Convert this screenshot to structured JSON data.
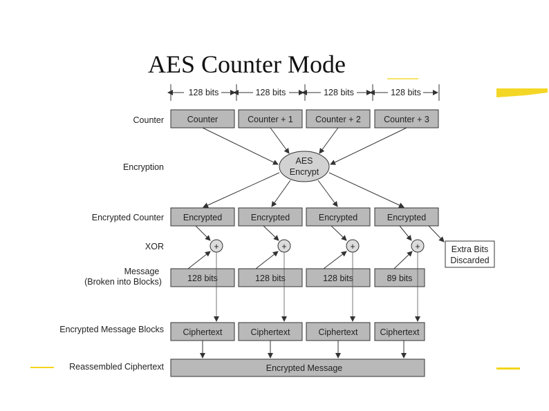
{
  "title": "AES Counter Mode",
  "bits_labels": [
    "128 bits",
    "128 bits",
    "128 bits",
    "128 bits"
  ],
  "row_labels": {
    "counter": "Counter",
    "encryption": "Encryption",
    "encrypted_counter": "Encrypted Counter",
    "xor": "XOR",
    "message_line1": "Message",
    "message_line2": "(Broken into Blocks)",
    "encrypted_message_blocks": "Encrypted Message Blocks",
    "reassembled": "Reassembled Ciphertext"
  },
  "counter_blocks": [
    "Counter",
    "Counter + 1",
    "Counter + 2",
    "Counter + 3"
  ],
  "aes": {
    "line1": "AES",
    "line2": "Encrypt"
  },
  "encrypted_blocks": [
    "Encrypted",
    "Encrypted",
    "Encrypted",
    "Encrypted"
  ],
  "xor_symbols": [
    "+",
    "+",
    "+",
    "+"
  ],
  "message_blocks": [
    "128 bits",
    "128 bits",
    "128 bits",
    "89 bits"
  ],
  "extra_bits": {
    "line1": "Extra Bits",
    "line2": "Discarded"
  },
  "ciphertext_blocks": [
    "Ciphertext",
    "Ciphertext",
    "Ciphertext",
    "Ciphertext"
  ],
  "encrypted_message": "Encrypted Message",
  "colors": {
    "box_fill": "#b9b9b9",
    "accent_marks": "#f2d000"
  }
}
